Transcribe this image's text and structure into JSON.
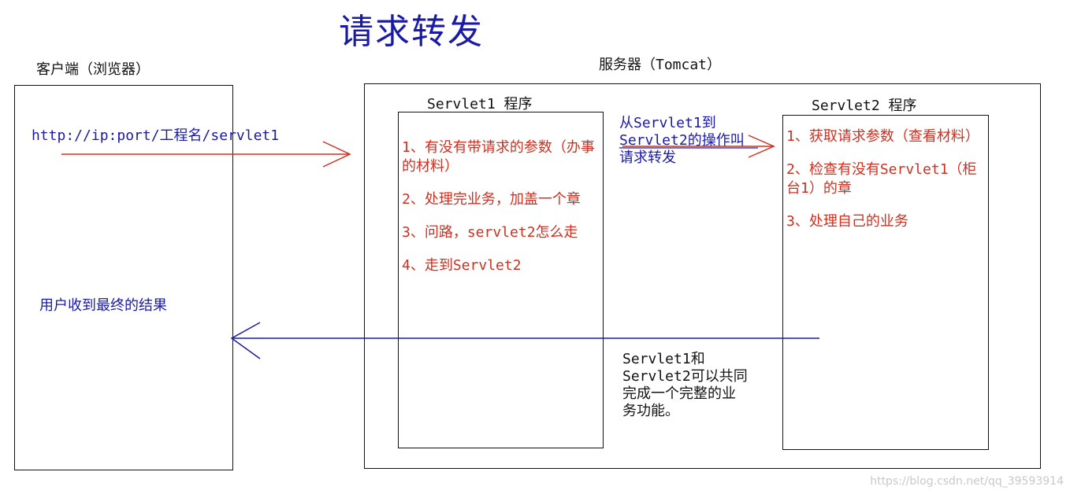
{
  "title": "请求转发",
  "client": {
    "label": "客户端（浏览器）",
    "url": "http://ip:port/工程名/servlet1",
    "result": "用户收到最终的结果"
  },
  "server": {
    "label": "服务器（Tomcat）"
  },
  "servlet1": {
    "label": "Servlet1 程序",
    "steps": [
      "1、有没有带请求的参数（办事的材料）",
      "2、处理完业务，加盖一个章",
      "3、问路，servlet2怎么走",
      "4、走到Servlet2"
    ]
  },
  "forward_note": [
    "从Servlet1到",
    "Servlet2的操作叫",
    "请求转发"
  ],
  "servlet2": {
    "label": "Servlet2 程序",
    "steps": [
      "1、获取请求参数（查看材料）",
      "2、检查有没有Servlet1（柜台1）的章",
      "3、处理自己的业务"
    ]
  },
  "summary": [
    "Servlet1和",
    "Servlet2可以共同",
    "完成一个完整的业",
    "务功能。"
  ],
  "watermark": "https://blog.csdn.net/qq_39593914",
  "colors": {
    "blue": "#1a1aa6",
    "red": "#d03020",
    "black": "#111111"
  }
}
